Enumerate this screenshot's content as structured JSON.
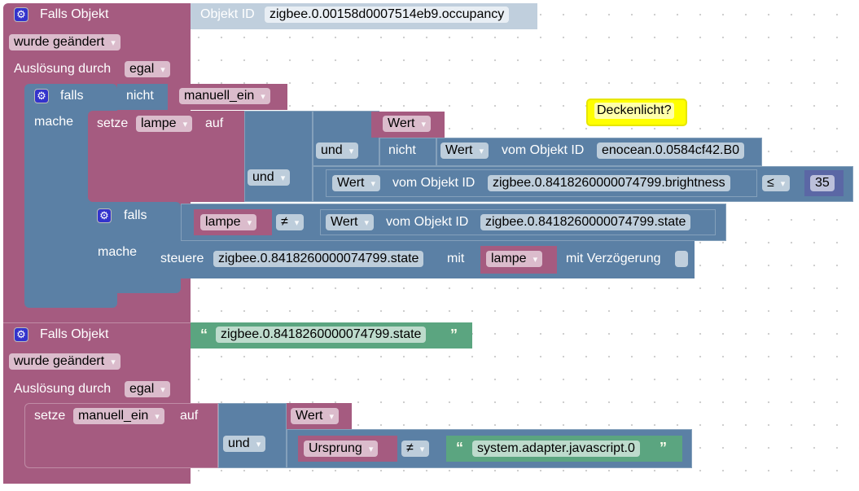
{
  "block1": {
    "title": "Falls Objekt",
    "object_label": "Objekt ID",
    "object_id": "zigbee.0.00158d0007514eb9.occupancy",
    "change_mode": "wurde geändert",
    "trigger_label": "Auslösung durch",
    "trigger_value": "egal",
    "if_block": {
      "falls_label": "falls",
      "not_label": "nicht",
      "variable": "manuell_ein",
      "do_label": "mache",
      "set": {
        "setze_label": "setze",
        "variable": "lampe",
        "auf_label": "auf",
        "and_outer": "und",
        "and_inner": "und",
        "wert1": "Wert",
        "not_label": "nicht",
        "wert2": "Wert",
        "vom_label": "vom Objekt ID",
        "enocean_id": "enocean.0.0584cf42.B0",
        "wert3": "Wert",
        "brightness_id": "zigbee.0.8418260000074799.brightness",
        "operator": "≤",
        "number": "35"
      },
      "comment": "Deckenlicht?",
      "inner_if": {
        "falls_label": "falls",
        "variable": "lampe",
        "operator": "≠",
        "wert": "Wert",
        "vom_label": "vom Objekt ID",
        "state_id": "zigbee.0.8418260000074799.state",
        "do_label": "mache",
        "control": {
          "steuere_label": "steuere",
          "state_id": "zigbee.0.8418260000074799.state",
          "mit_label": "mit",
          "variable": "lampe",
          "delay_label": "mit Verzögerung"
        }
      }
    }
  },
  "block2": {
    "title": "Falls Objekt",
    "object_id": "zigbee.0.8418260000074799.state",
    "change_mode": "wurde geändert",
    "trigger_label": "Auslösung durch",
    "trigger_value": "egal",
    "set": {
      "setze_label": "setze",
      "variable": "manuell_ein",
      "auf_label": "auf",
      "and_label": "und",
      "wert": "Wert",
      "origin": "Ursprung",
      "operator": "≠",
      "adapter": "system.adapter.javascript.0"
    }
  },
  "quote_open": "“",
  "quote_close": "”",
  "gear_glyph": "⚙",
  "colors": {
    "event": "#a55b80",
    "logic": "#5b80a5",
    "text": "#5ba580",
    "math": "#5b67a5",
    "comment": "#ffff00"
  }
}
